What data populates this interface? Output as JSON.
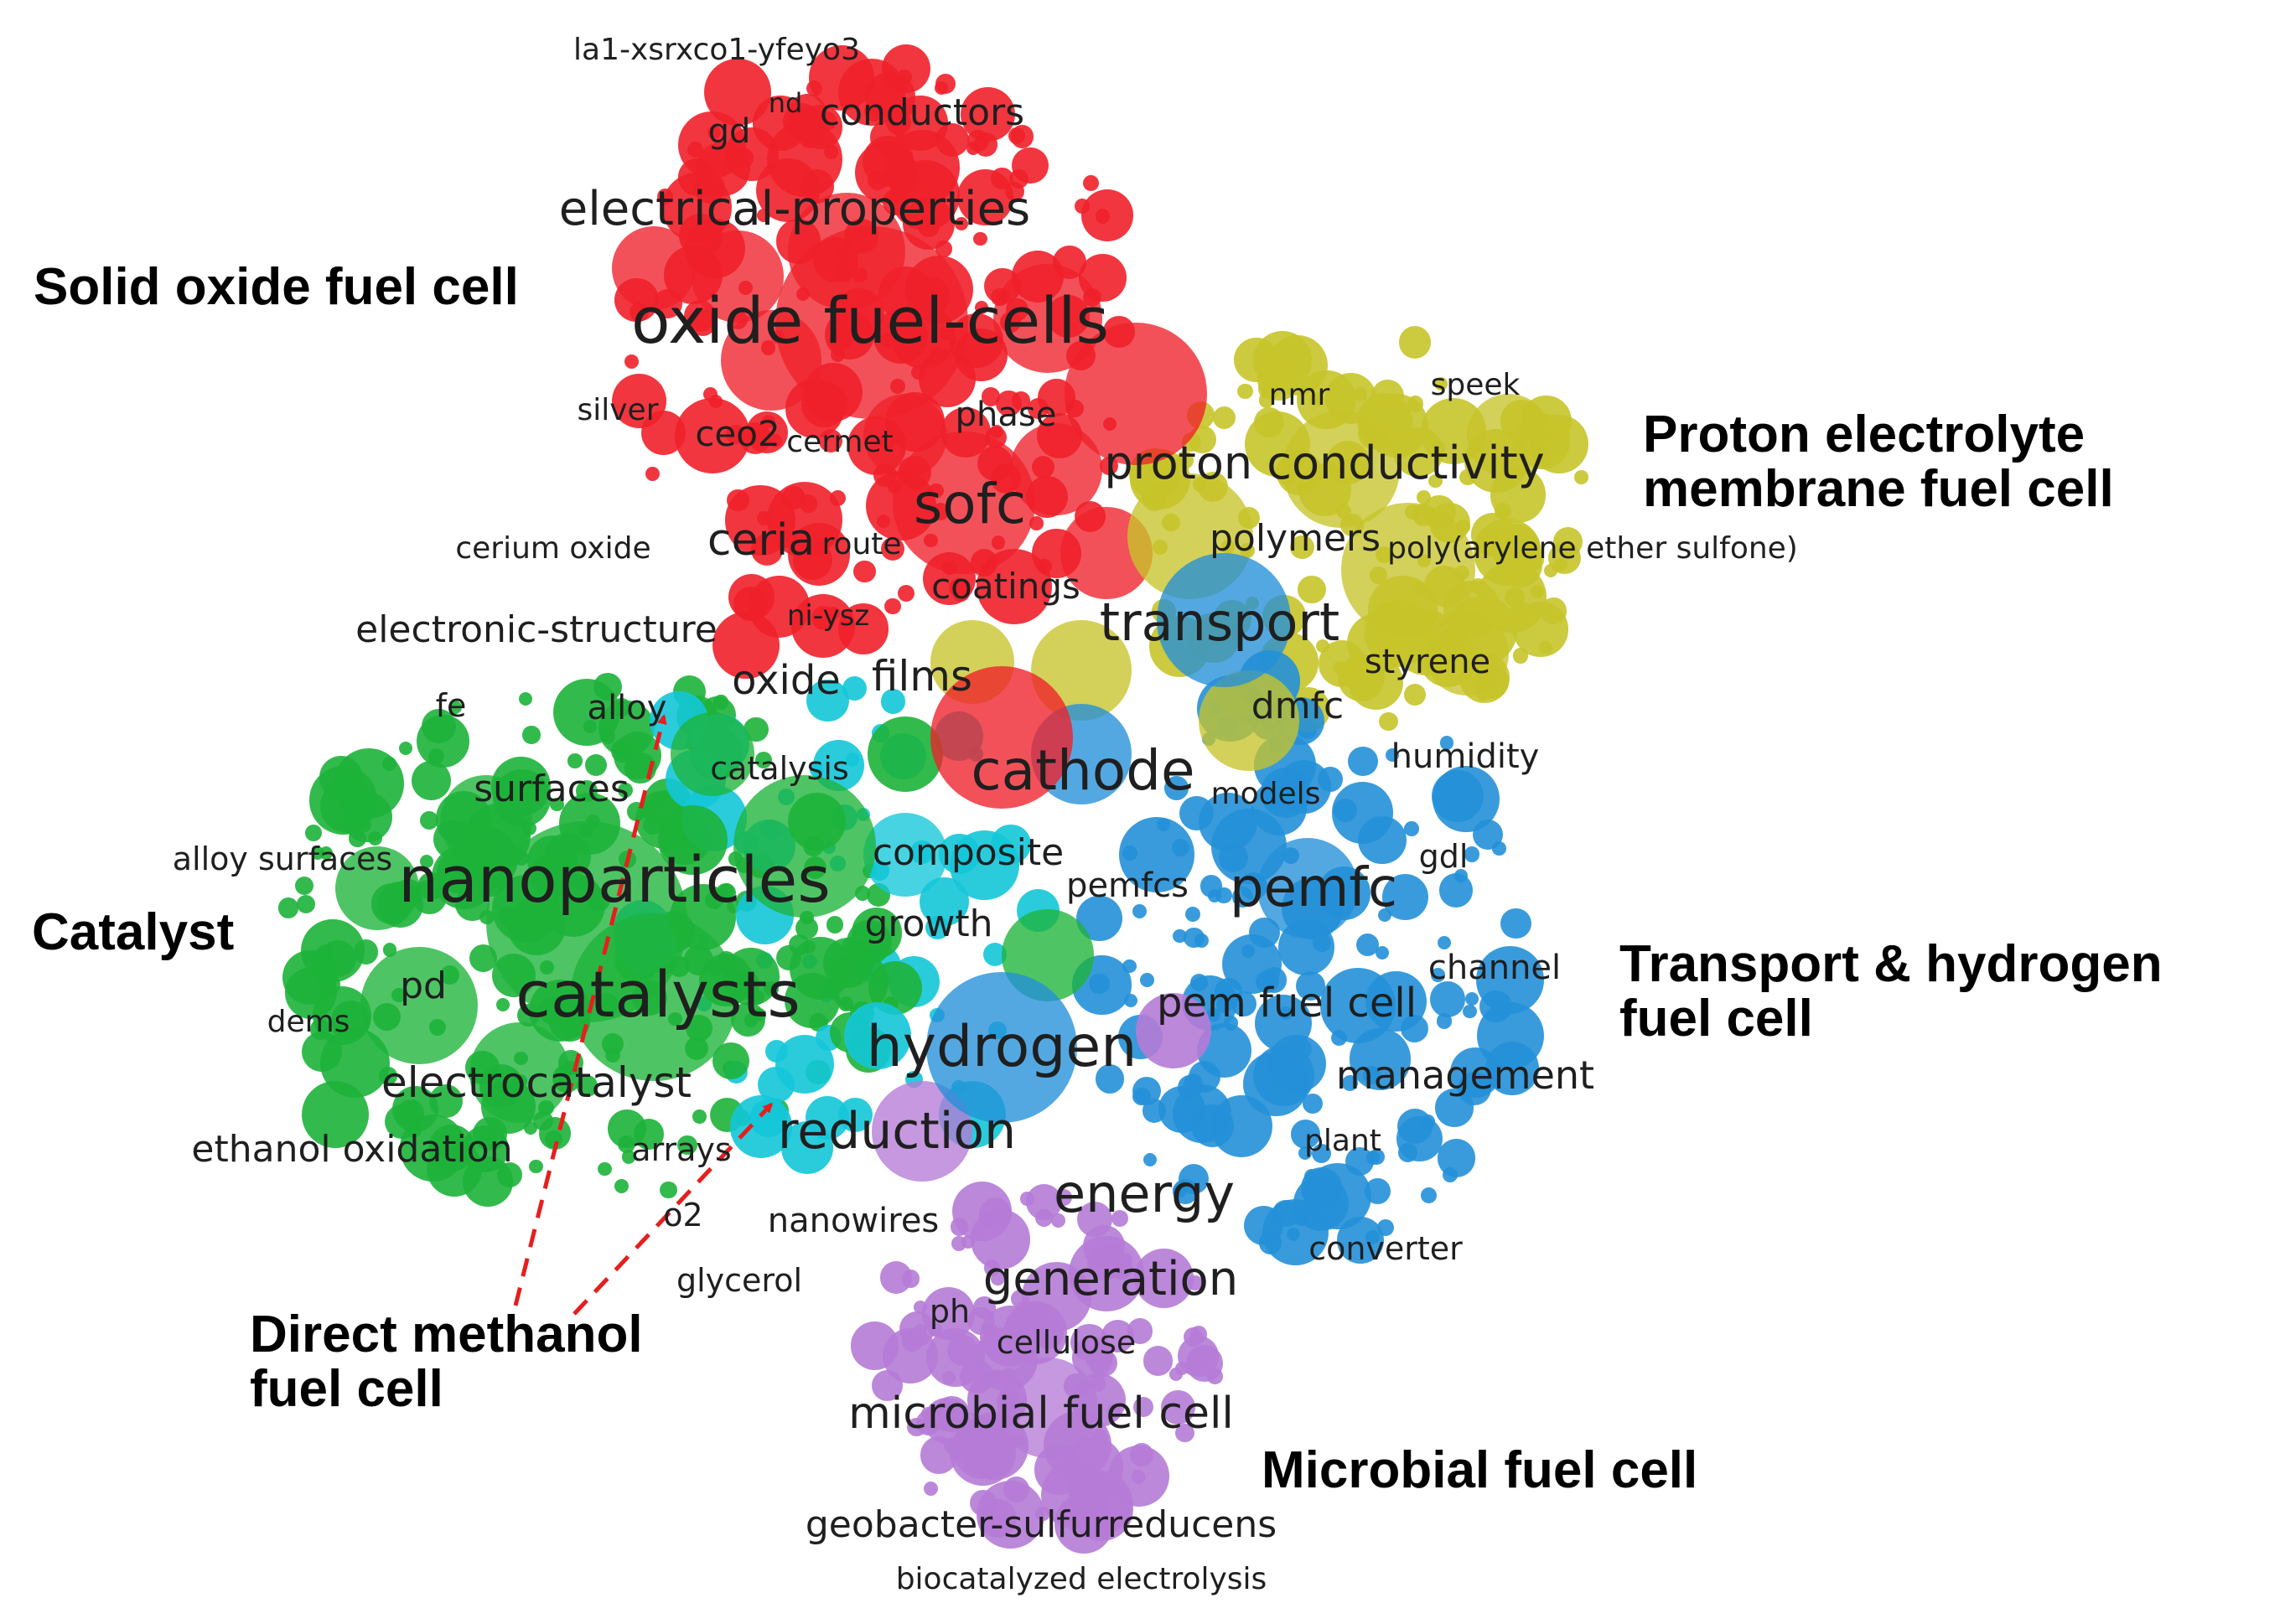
{
  "colors": {
    "sofc": "#f0202a",
    "pemfc": "#c7c42a",
    "catalyst": "#1db33a",
    "transport": "#2490d8",
    "microbial": "#b57bd6",
    "dmfc": "#13c7d8",
    "arrow": "#e61e1e"
  },
  "cluster_labels": {
    "sofc": "Solid oxide fuel cell",
    "pemfc_line1": "Proton electrolyte",
    "pemfc_line2": "membrane fuel cell",
    "catalyst": "Catalyst",
    "transport_line1": "Transport & hydrogen",
    "transport_line2": "fuel cell",
    "dmfc_line1": "Direct methanol",
    "dmfc_line2": "fuel cell",
    "microbial": "Microbial fuel cell"
  },
  "keywords": {
    "la1": "la1-xsrxco1-yfeyo3",
    "nd": "nd",
    "gd": "gd",
    "conductors": "conductors",
    "electrical_properties": "electrical-properties",
    "oxide_fuel_cells": "oxide fuel-cells",
    "silver": "silver",
    "ceo2": "ceo2",
    "cermet": "cermet",
    "phase": "phase",
    "nmr": "nmr",
    "speek": "speek",
    "proton_conductivity": "proton conductivity",
    "sofc": "sofc",
    "cerium_oxide": "cerium oxide",
    "ceria": "ceria",
    "route": "route",
    "polymers": "polymers",
    "poly_arylene": "poly(arylene ether sulfone)",
    "coatings": "coatings",
    "electronic_structure": "electronic-structure",
    "ni_ysz": "ni-ysz",
    "transport": "transport",
    "oxide": "oxide",
    "films": "films",
    "styrene": "styrene",
    "fe": "fe",
    "alloy": "alloy",
    "dmfc": "dmfc",
    "catalysis": "catalysis",
    "humidity": "humidity",
    "cathode": "cathode",
    "surfaces": "surfaces",
    "models": "models",
    "alloy_surfaces": "alloy surfaces",
    "composite": "composite",
    "gdl": "gdl",
    "nanoparticles": "nanoparticles",
    "pemfcs": "pemfcs",
    "pemfc": "pemfc",
    "growth": "growth",
    "channel": "channel",
    "catalysts": "catalysts",
    "pd": "pd",
    "pem_fuel_cell": "pem fuel cell",
    "dems": "dems",
    "hydrogen": "hydrogen",
    "electrocatalyst": "electrocatalyst",
    "management": "management",
    "reduction": "reduction",
    "plant": "plant",
    "ethanol_oxidation": "ethanol oxidation",
    "arrays": "arrays",
    "energy": "energy",
    "o2": "o2",
    "nanowires": "nanowires",
    "converter": "converter",
    "glycerol": "glycerol",
    "generation": "generation",
    "ph": "ph",
    "cellulose": "cellulose",
    "microbial_fuel_cell": "microbial fuel cell",
    "geobacter": "geobacter-sulfurreducens",
    "biocatalyzed": "biocatalyzed electrolysis"
  }
}
